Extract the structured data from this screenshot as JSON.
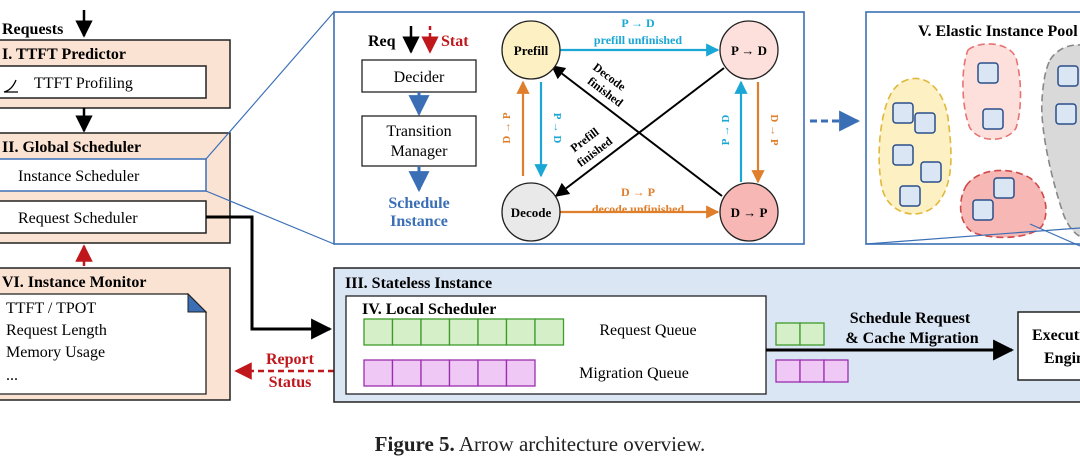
{
  "left": {
    "requests": "Requests",
    "ttft_predictor": "I. TTFT Predictor",
    "ttft_profiling": "TTFT Profiling",
    "global_scheduler": "II. Global Scheduler",
    "instance_scheduler": "Instance Scheduler",
    "request_scheduler": "Request Scheduler",
    "instance_monitor": "VI. Instance Monitor",
    "monitor_items": [
      "TTFT / TPOT",
      "Request Length",
      "Memory Usage",
      "..."
    ],
    "report_status": [
      "Report",
      "Status"
    ]
  },
  "decider": {
    "req": "Req",
    "stat": "Stat",
    "decider": "Decider",
    "transition_manager": [
      "Transition",
      "Manager"
    ],
    "schedule_instance": [
      "Schedule",
      "Instance"
    ]
  },
  "states": {
    "prefill": "Prefill",
    "p_to_d": "P → D",
    "decode": "Decode",
    "d_to_p": "D → P",
    "top_label": [
      "P → D",
      "prefill unfinished"
    ],
    "bottom_label": [
      "D → P",
      "decode unfinished"
    ],
    "decode_finished": [
      "Decode",
      "finished"
    ],
    "prefill_finished": [
      "Prefill",
      "finished"
    ],
    "left_up": "D → P",
    "left_down": "P → D",
    "right_up": "P → D",
    "right_down": "D → P"
  },
  "elastic_pool": {
    "title": "V. Elastic Instance Pool"
  },
  "stateless": {
    "title": "III. Stateless Instance",
    "local_scheduler": "IV. Local Scheduler",
    "request_queue": "Request Queue",
    "migration_queue": "Migration Queue",
    "schedule_cache": [
      "Schedule Request",
      "& Cache Migration"
    ],
    "engine": [
      "Execution",
      "Engine"
    ]
  },
  "caption": {
    "figure": "Figure 5.",
    "text": "Arrow architecture overview."
  },
  "colors": {
    "peach_fill": "#fbe3d4",
    "blue_fill": "#dbe6f5",
    "panel_border": "#3a6fb6",
    "blue_arrow": "#3a6fb6",
    "red_arrow": "#c0171c",
    "cyan_arrow": "#1aa7d6",
    "orange_arrow": "#e07f2b",
    "green_cell": "#d5f0c9",
    "purple_cell": "#f0c8f5",
    "prefill_node": "#fdf0c2",
    "pd_node": "#fde0dc",
    "decode_node": "#e9e9e9",
    "dp_node": "#f7b7b4"
  }
}
